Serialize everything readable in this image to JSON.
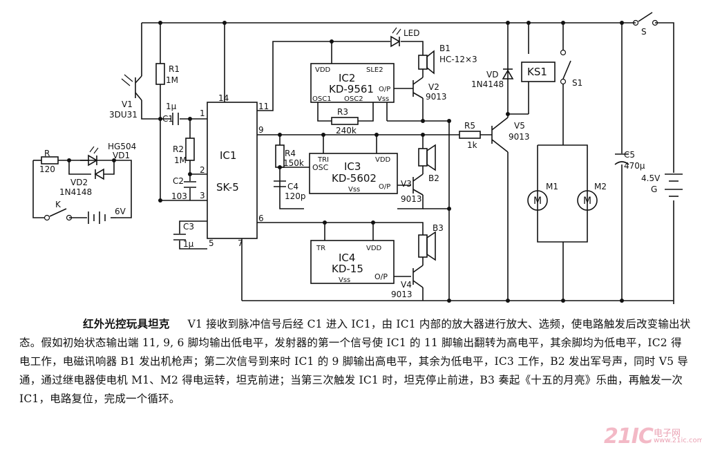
{
  "components": {
    "v1": {
      "ref": "V1",
      "part": "3DU31"
    },
    "r1": {
      "ref": "R1",
      "value": "1M"
    },
    "c1": {
      "ref": "C1",
      "value": "1μ"
    },
    "r2": {
      "ref": "R2",
      "value": "1M"
    },
    "c2": {
      "ref": "C2",
      "value": "103"
    },
    "c3": {
      "ref": "C3",
      "value": "1μ"
    },
    "ic1": {
      "ref": "IC1",
      "part": "SK-5",
      "pins": [
        "1",
        "2",
        "3",
        "5",
        "6",
        "7",
        "9",
        "11",
        "14"
      ]
    },
    "r": {
      "ref": "R",
      "value": "120"
    },
    "vd1": {
      "ref": "VD1",
      "part": "HG504"
    },
    "vd2": {
      "ref": "VD2",
      "part": "1N4148"
    },
    "k": {
      "ref": "K"
    },
    "bat6": {
      "value": "6V"
    },
    "led": {
      "ref": "LED"
    },
    "ic2": {
      "ref": "IC2",
      "part": "KD-9561",
      "vdd": "VDD",
      "sle2": "SLE2",
      "op": "O/P",
      "osc1": "OSC1",
      "osc2": "OSC2",
      "vss": "Vss"
    },
    "b1": {
      "ref": "B1",
      "part": "HC-12×3"
    },
    "v2": {
      "ref": "V2",
      "part": "9013"
    },
    "r3": {
      "ref": "R3",
      "value": "240k"
    },
    "r4": {
      "ref": "R4",
      "value": "150k"
    },
    "c4": {
      "ref": "C4",
      "value": "120p"
    },
    "ic3": {
      "ref": "IC3",
      "part": "KD-5602",
      "tri": "TRI",
      "vdd": "VDD",
      "osc": "OSC",
      "vss": "Vss",
      "op": "O/P"
    },
    "v3": {
      "ref": "V3",
      "part": "9013"
    },
    "b2": {
      "ref": "B2"
    },
    "ic4": {
      "ref": "IC4",
      "part": "KD-15",
      "tr": "TR",
      "vdd": "VDD",
      "vss": "Vss",
      "op": "O/P"
    },
    "b3": {
      "ref": "B3"
    },
    "v4": {
      "ref": "V4",
      "part": "9013"
    },
    "r5": {
      "ref": "R5",
      "value": "1k"
    },
    "v5": {
      "ref": "V5",
      "part": "9013"
    },
    "vd": {
      "ref": "VD",
      "part": "1N4148"
    },
    "ks1": {
      "ref": "KS1"
    },
    "s1": {
      "ref": "S1"
    },
    "s": {
      "ref": "S"
    },
    "m1": {
      "ref": "M1"
    },
    "m2": {
      "ref": "M2"
    },
    "c5": {
      "ref": "C5",
      "value": "470μ"
    },
    "g": {
      "ref": "G",
      "value": "4.5V"
    },
    "motor_symbol": "M"
  },
  "caption": {
    "title": "红外光控玩具坦克",
    "body": "V1 接收到脉冲信号后经 C1 进入 IC1，由 IC1 内部的放大器进行放大、选频，使电路触发后改变输出状态。假如初始状态输出端 11, 9, 6 脚均输出低电平，发射器的第一个信号使 IC1 的 11 脚输出翻转为高电平，其余脚均为低电平，IC2 得电工作，电磁讯响器 B1 发出机枪声；第二次信号到来时 IC1 的 9 脚输出高电平，其余为低电平，IC3 工作，B2 发出军号声，同时 V5 导通，通过继电器使电机 M1、M2 得电运转，坦克前进；当第三次触发 IC1 时，坦克停止前进，B3 奏起《十五的月亮》乐曲，再触发一次 IC1，电路复位，完成一个循环。"
  },
  "watermark": {
    "number": "21IC",
    "site_cn": "电子网",
    "site": "www.21ic.com"
  },
  "colors": {
    "ink": "#111111",
    "watermark": "#f3b9c6"
  }
}
